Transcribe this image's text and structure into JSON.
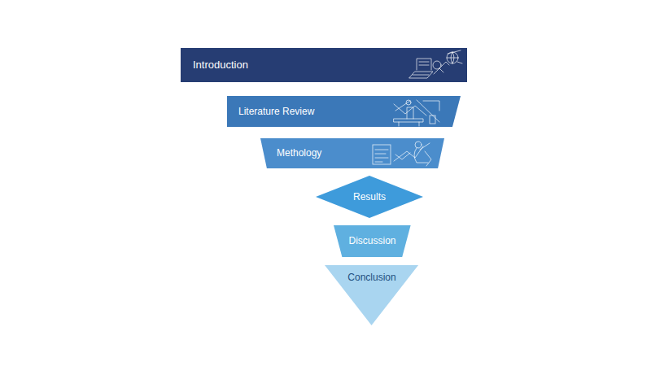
{
  "diagram": {
    "nodes": [
      {
        "text": [
          "Introduction"
        ]
      },
      {
        "text": [
          "Literature Review"
        ]
      },
      {
        "text": [
          "Methology"
        ]
      },
      {
        "text": [
          "Results"
        ]
      },
      {
        "text": [
          "Discussion"
        ]
      },
      {
        "text": [
          "Conclusion"
        ]
      }
    ]
  }
}
